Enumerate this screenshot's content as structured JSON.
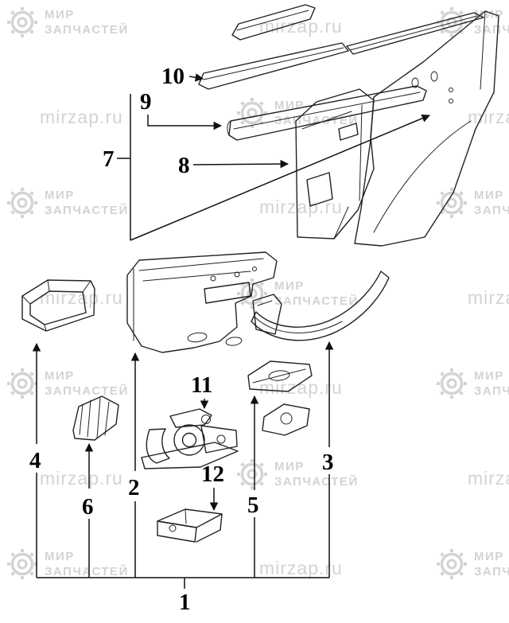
{
  "watermark": {
    "brand_line1": "МИР",
    "brand_line2": "ЗАПЧАСТЕЙ",
    "url": "mirzap.ru"
  },
  "colors": {
    "background": "#ffffff",
    "line": "#222222",
    "watermark": "#d3d3d3"
  },
  "diagram": {
    "callouts": [
      {
        "label": "1"
      },
      {
        "label": "2"
      },
      {
        "label": "3"
      },
      {
        "label": "4"
      },
      {
        "label": "5"
      },
      {
        "label": "6"
      },
      {
        "label": "7"
      },
      {
        "label": "8"
      },
      {
        "label": "9"
      },
      {
        "label": "10"
      },
      {
        "label": "11"
      },
      {
        "label": "12"
      }
    ]
  }
}
